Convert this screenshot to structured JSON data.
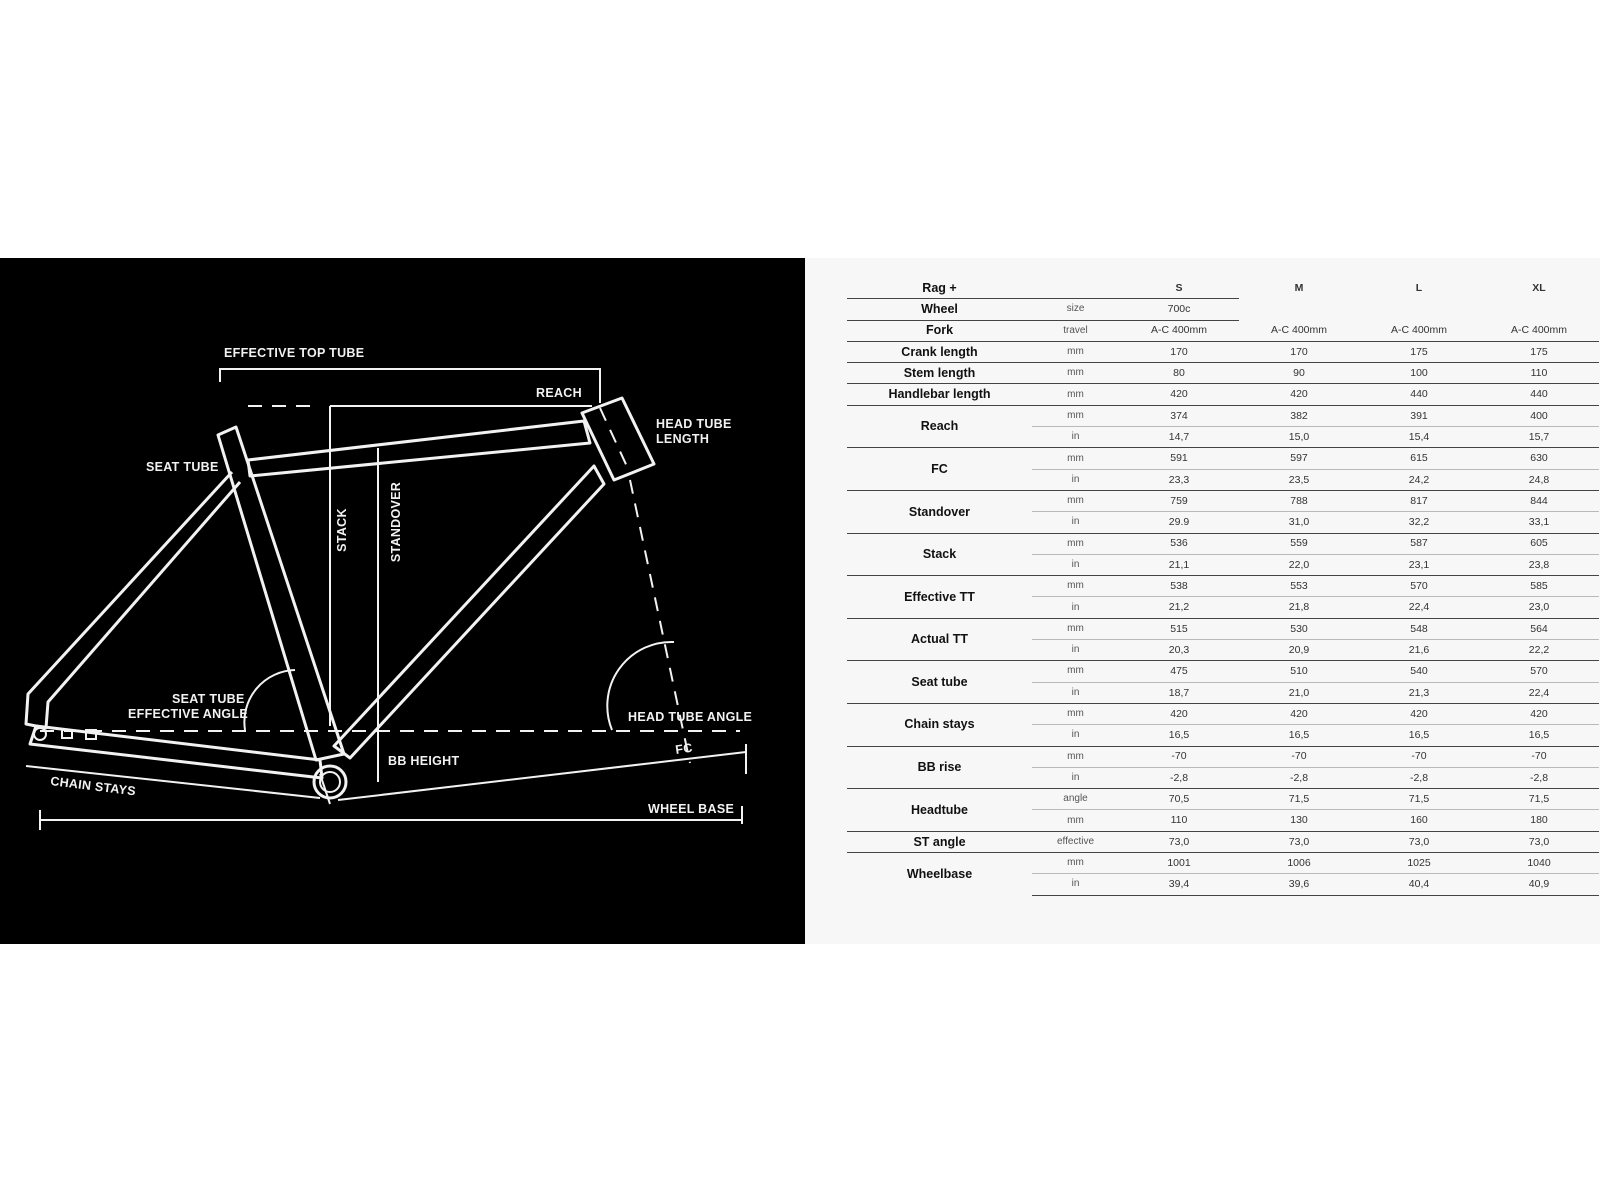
{
  "diagram": {
    "labels": {
      "effective_top_tube": "EFFECTIVE TOP TUBE",
      "reach": "REACH",
      "head_tube_length_1": "HEAD TUBE",
      "head_tube_length_2": "LENGTH",
      "seat_tube": "SEAT TUBE",
      "stack": "STACK",
      "standover": "STANDOVER",
      "seat_tube_angle_1": "SEAT TUBE",
      "seat_tube_angle_2": "EFFECTIVE ANGLE",
      "head_tube_angle": "HEAD TUBE ANGLE",
      "fc": "FC",
      "bb_height": "BB HEIGHT",
      "chain_stays": "CHAIN STAYS",
      "wheel_base": "WHEEL BASE"
    }
  },
  "table": {
    "model": "Rag +",
    "sizes": [
      "S",
      "M",
      "L",
      "XL"
    ],
    "wheel": {
      "label": "Wheel",
      "unit": "size",
      "value": "700c"
    },
    "fork": {
      "label": "Fork",
      "unit": "travel",
      "values": [
        "A-C 400mm",
        "A-C 400mm",
        "A-C 400mm",
        "A-C 400mm"
      ]
    },
    "simple_rows": [
      {
        "label": "Crank length",
        "unit": "mm",
        "values": [
          "170",
          "170",
          "175",
          "175"
        ]
      },
      {
        "label": "Stem length",
        "unit": "mm",
        "values": [
          "80",
          "90",
          "100",
          "110"
        ]
      },
      {
        "label": "Handlebar length",
        "unit": "mm",
        "values": [
          "420",
          "420",
          "440",
          "440"
        ]
      }
    ],
    "groups": [
      {
        "label": "Reach",
        "rows": [
          {
            "unit": "mm",
            "values": [
              "374",
              "382",
              "391",
              "400"
            ]
          },
          {
            "unit": "in",
            "values": [
              "14,7",
              "15,0",
              "15,4",
              "15,7"
            ]
          }
        ]
      },
      {
        "label": "FC",
        "rows": [
          {
            "unit": "mm",
            "values": [
              "591",
              "597",
              "615",
              "630"
            ]
          },
          {
            "unit": "in",
            "values": [
              "23,3",
              "23,5",
              "24,2",
              "24,8"
            ]
          }
        ]
      },
      {
        "label": "Standover",
        "rows": [
          {
            "unit": "mm",
            "values": [
              "759",
              "788",
              "817",
              "844"
            ]
          },
          {
            "unit": "in",
            "values": [
              "29.9",
              "31,0",
              "32,2",
              "33,1"
            ]
          }
        ]
      },
      {
        "label": "Stack",
        "rows": [
          {
            "unit": "mm",
            "values": [
              "536",
              "559",
              "587",
              "605"
            ]
          },
          {
            "unit": "in",
            "values": [
              "21,1",
              "22,0",
              "23,1",
              "23,8"
            ]
          }
        ]
      },
      {
        "label": "Effective TT",
        "rows": [
          {
            "unit": "mm",
            "values": [
              "538",
              "553",
              "570",
              "585"
            ]
          },
          {
            "unit": "in",
            "values": [
              "21,2",
              "21,8",
              "22,4",
              "23,0"
            ]
          }
        ]
      },
      {
        "label": "Actual TT",
        "rows": [
          {
            "unit": "mm",
            "values": [
              "515",
              "530",
              "548",
              "564"
            ]
          },
          {
            "unit": "in",
            "values": [
              "20,3",
              "20,9",
              "21,6",
              "22,2"
            ]
          }
        ]
      },
      {
        "label": "Seat tube",
        "rows": [
          {
            "unit": "mm",
            "values": [
              "475",
              "510",
              "540",
              "570"
            ]
          },
          {
            "unit": "in",
            "values": [
              "18,7",
              "21,0",
              "21,3",
              "22,4"
            ]
          }
        ]
      },
      {
        "label": "Chain stays",
        "rows": [
          {
            "unit": "mm",
            "values": [
              "420",
              "420",
              "420",
              "420"
            ]
          },
          {
            "unit": "in",
            "values": [
              "16,5",
              "16,5",
              "16,5",
              "16,5"
            ]
          }
        ]
      },
      {
        "label": "BB rise",
        "rows": [
          {
            "unit": "mm",
            "values": [
              "-70",
              "-70",
              "-70",
              "-70"
            ]
          },
          {
            "unit": "in",
            "values": [
              "-2,8",
              "-2,8",
              "-2,8",
              "-2,8"
            ]
          }
        ]
      },
      {
        "label": "Headtube",
        "rows": [
          {
            "unit": "angle",
            "values": [
              "70,5",
              "71,5",
              "71,5",
              "71,5"
            ]
          },
          {
            "unit": "mm",
            "values": [
              "110",
              "130",
              "160",
              "180"
            ]
          }
        ]
      },
      {
        "label": "ST angle",
        "rows": [
          {
            "unit": "effective",
            "values": [
              "73,0",
              "73,0",
              "73,0",
              "73,0"
            ]
          }
        ]
      },
      {
        "label": "Wheelbase",
        "rows": [
          {
            "unit": "mm",
            "values": [
              "1001",
              "1006",
              "1025",
              "1040"
            ]
          },
          {
            "unit": "in",
            "values": [
              "39,4",
              "39,6",
              "40,4",
              "40,9"
            ]
          }
        ]
      }
    ]
  }
}
